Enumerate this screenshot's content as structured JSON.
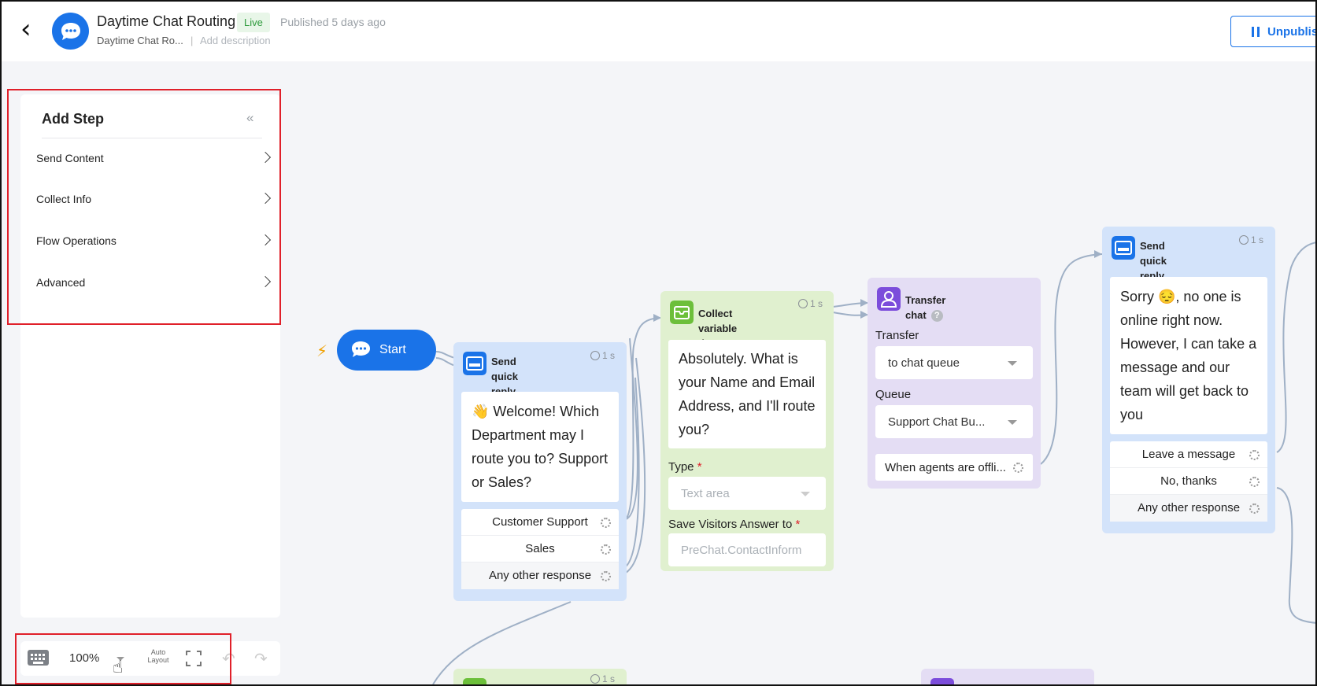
{
  "header": {
    "title": "Daytime Chat Routing",
    "status": "Live",
    "published": "Published 5 days ago",
    "subtitle": "Daytime Chat Ro...",
    "separator": "|",
    "add_description": "Add description",
    "unpublish": "Unpublis"
  },
  "panel": {
    "title": "Add Step",
    "collapse": "«",
    "items": [
      {
        "label": "Send Content"
      },
      {
        "label": "Collect Info"
      },
      {
        "label": "Flow Operations"
      },
      {
        "label": "Advanced"
      }
    ]
  },
  "toolbar": {
    "zoom": "100%",
    "auto_layout_1": "Auto",
    "auto_layout_2": "Layout"
  },
  "flow": {
    "start": "Start",
    "node1": {
      "title_1": "Send quick reply",
      "title_2": "options",
      "time": "1 s",
      "message": "👋 Welcome!  Which Department may I route you to? Support or Sales?",
      "options": [
        "Customer Support",
        "Sales",
        "Any other response"
      ]
    },
    "node2": {
      "title": "Collect variable data",
      "time": "1 s",
      "message": "Absolutely.  What is your Name and Email Address, and I'll route you?",
      "type_label": "Type",
      "type_value": "Text area",
      "save_label": "Save Visitors Answer to",
      "save_value": "PreChat.ContactInform"
    },
    "node3": {
      "title": "Transfer chat",
      "transfer_label": "Transfer",
      "transfer_value": "to chat queue",
      "queue_label": "Queue",
      "queue_value": "Support Chat Bu...",
      "offline": "When agents are offli..."
    },
    "node4": {
      "title_1": "Send quick reply",
      "title_2": "options",
      "time": "1 s",
      "message": "Sorry 😔, no one is online right now. However, I can take a message and our team will get back to you",
      "options": [
        "Leave a message",
        "No, thanks",
        "Any other response"
      ]
    },
    "node5": {
      "time": "1 s"
    }
  },
  "colors": {
    "accent": "#1a73e8",
    "highlight": "#e0202a",
    "send_node": "#d3e3fa",
    "collect_node": "#e0f0cf",
    "transfer_node": "#e4ddf4"
  }
}
